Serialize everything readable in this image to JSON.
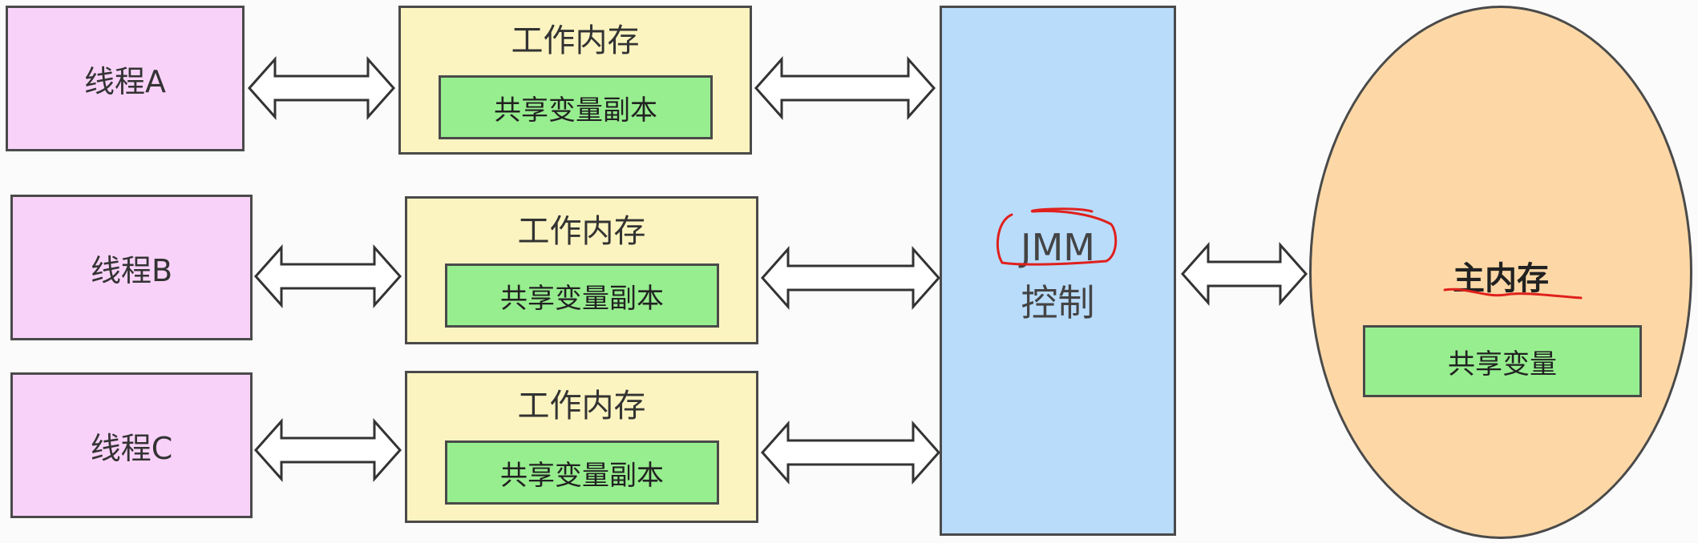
{
  "threads": [
    {
      "label": "线程A",
      "work_memory_label": "工作内存",
      "copy_label": "共享变量副本"
    },
    {
      "label": "线程B",
      "work_memory_label": "工作内存",
      "copy_label": "共享变量副本"
    },
    {
      "label": "线程C",
      "work_memory_label": "工作内存",
      "copy_label": "共享变量副本"
    }
  ],
  "jmm": {
    "line1": "JMM",
    "line2": "控制"
  },
  "main_memory": {
    "title": "主内存",
    "variable_label": "共享变量"
  },
  "colors": {
    "thread_fill": "#f9d2f9",
    "work_memory_fill": "#fcf4c0",
    "variable_fill": "#97ee8f",
    "jmm_fill": "#b9dcfb",
    "main_memory_fill": "#fdd8a6",
    "annotation": "#e0201c"
  }
}
